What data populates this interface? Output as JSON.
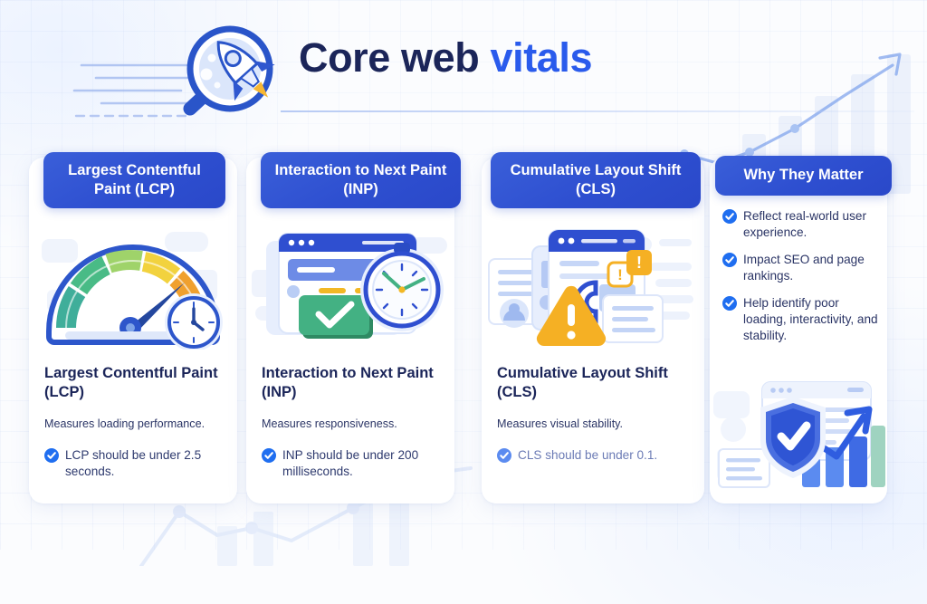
{
  "header": {
    "title_primary": "Core web",
    "title_accent": "vitals",
    "logo_icon": "magnifier-rocket-icon"
  },
  "theme": {
    "brand_blue": "#2e4fd0",
    "accent_blue": "#2a5bec",
    "navy": "#1b2559",
    "page_bg": "#fbfcfe",
    "card_bg": "#ffffff",
    "check_blue": "#1f6ef0",
    "warning_yellow": "#f5b024",
    "success_green": "#3fae7c"
  },
  "cards": [
    {
      "badge": "Largest Contentful Paint (LCP)",
      "title": "Largest Contentful Paint (LCP)",
      "subtitle": "Measures loading performance.",
      "illustration": "speed-gauge-with-clock-illustration",
      "bullets": [
        "LCP should be under 2.5 seconds."
      ]
    },
    {
      "badge": "Interaction to Next Paint (INP)",
      "title": "Interaction to Next Paint (INP)",
      "subtitle": "Measures responsiveness.",
      "illustration": "browser-check-with-stopwatch-illustration",
      "bullets": [
        "INP should be under 200 milliseconds."
      ]
    },
    {
      "badge": "Cumulative Layout Shift (CLS)",
      "title": "Cumulative Layout Shift (CLS)",
      "subtitle": "Measures visual stability.",
      "illustration": "shifting-layout-with-warning-illustration",
      "bullets": [
        "CLS should be under 0.1."
      ]
    },
    {
      "badge": "Why They Matter",
      "illustration": "shield-check-with-growth-chart-illustration",
      "bullets": [
        "Reflect real-world user experience.",
        "Impact SEO and page rankings.",
        "Help identify poor loading, interactivity, and stability."
      ]
    }
  ],
  "background": {
    "speed_lines": "motion-speed-lines",
    "trend_chart_top_right": "rising-trend-arrow-chart",
    "trend_chart_bottom": "faint-line-chart",
    "grid": "graph-paper-grid"
  }
}
